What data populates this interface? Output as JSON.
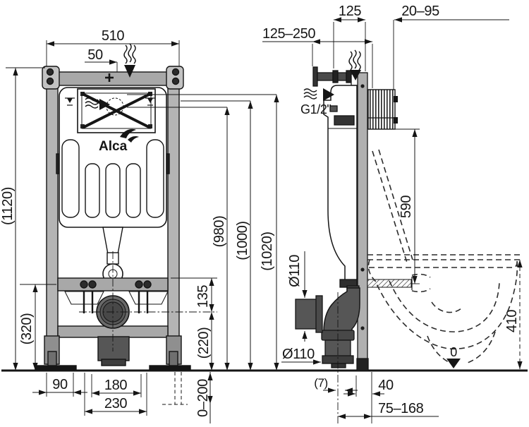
{
  "title": "Concealed WC installation frame dimensional drawing",
  "logo": "Alca",
  "labels": {
    "w510": "510",
    "o50": "50",
    "h1120": "(1120)",
    "h320": "(320)",
    "d135": "135",
    "h220": "(220)",
    "h980": "(980)",
    "h1000": "(1000)",
    "h1020": "(1020)",
    "b90": "90",
    "b180": "180",
    "b230": "230",
    "adj0200": "0–200",
    "r125250": "125–250",
    "r125": "125",
    "r2095": "20–95",
    "g12": "G1/2\"",
    "h590": "590",
    "dia110side": "Ø110",
    "dia110bottom": "Ø110",
    "h410": "410",
    "datum0": "0",
    "off7": "(7)",
    "w40": "40",
    "r75168": "75–168"
  },
  "colors": {
    "line": "#151515",
    "frame_gray": "#b4b4b4",
    "bar_gray": "#a8a8a8",
    "dark_metal": "#565656",
    "darker_metal": "#3c3c3c",
    "black": "#151515",
    "white": "#ffffff"
  }
}
